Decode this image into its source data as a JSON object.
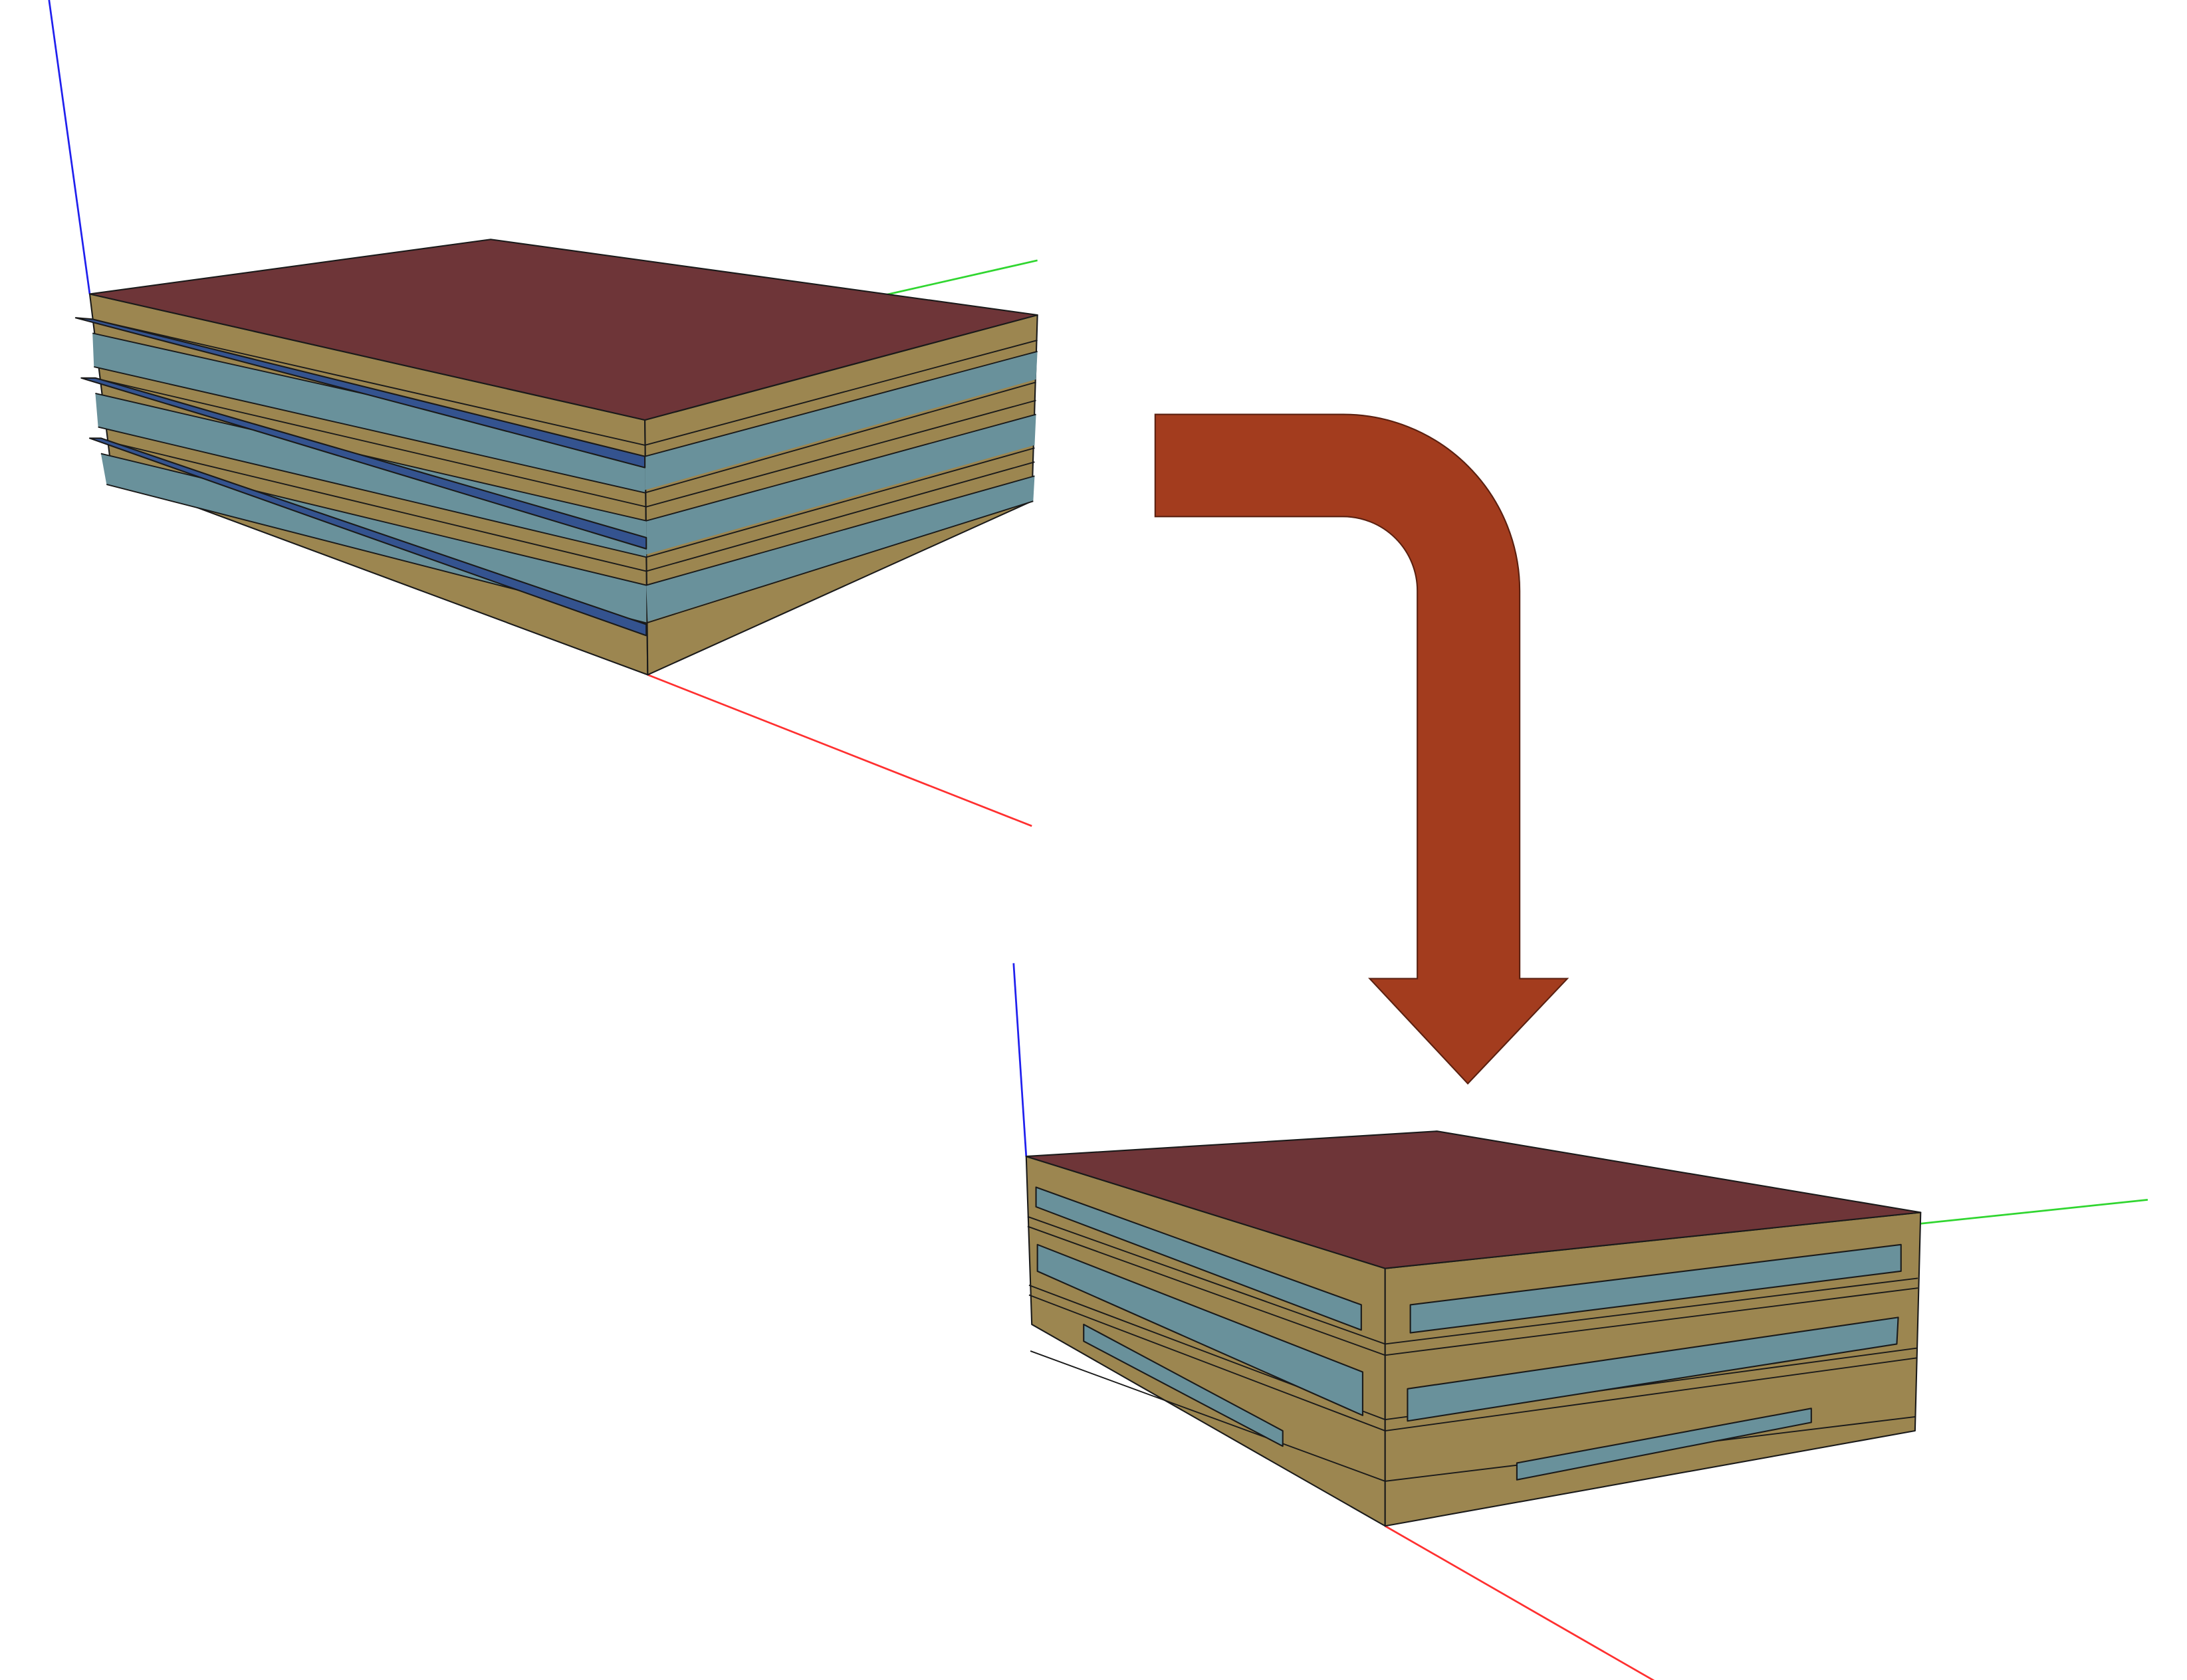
{
  "colors": {
    "background": "#ffffff",
    "roof": "#6e3538",
    "wall": "#9c8650",
    "window": "#69919b",
    "shade": "#34538f",
    "edge": "#1a1a1a",
    "arrow": "#a33c1e",
    "axis_x": "#ff3030",
    "axis_y": "#30d630",
    "axis_z": "#2020ee"
  },
  "diagram": {
    "before": {
      "description_icon": "building-with-shading-overhangs",
      "floors": 3,
      "overhangs": 3
    },
    "after": {
      "description_icon": "building-with-strip-windows",
      "floors": 3,
      "overhangs": 0
    },
    "transition_icon": "curved-down-arrow"
  }
}
